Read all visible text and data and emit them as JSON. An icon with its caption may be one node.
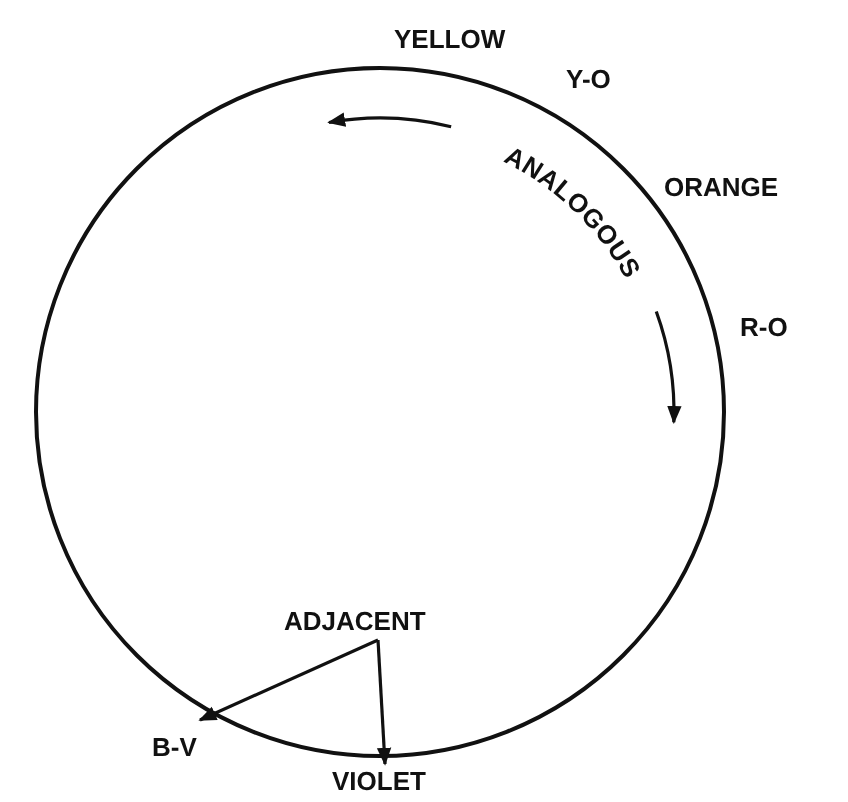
{
  "diagram": {
    "nodes": [
      {
        "text": [
          "YELLOW"
        ]
      },
      {
        "text": [
          "Y-O"
        ]
      },
      {
        "text": [
          "ORANGE"
        ]
      },
      {
        "text": [
          "R-O"
        ]
      },
      {
        "text": [
          "ADJACENT"
        ]
      },
      {
        "text": [
          "B-V"
        ]
      },
      {
        "text": [
          "VIOLET"
        ]
      }
    ],
    "edges": [
      {
        "from": 4,
        "to": 5,
        "arrow": "to"
      },
      {
        "from": 4,
        "to": 6,
        "arrow": "to"
      }
    ],
    "labels": [
      "ANALOGOUS"
    ]
  }
}
